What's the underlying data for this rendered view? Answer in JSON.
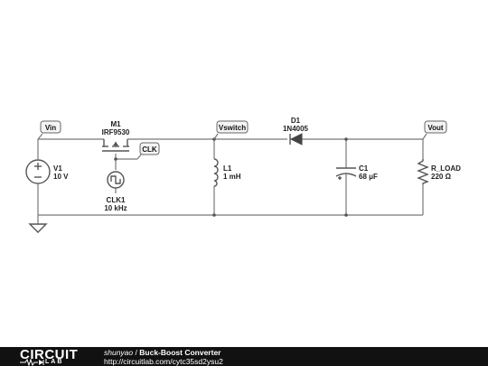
{
  "components": {
    "source": {
      "name": "V1",
      "value": "10 V"
    },
    "mosfet": {
      "name": "M1",
      "value": "IRF9530"
    },
    "clock": {
      "name": "CLK1",
      "value": "10 kHz"
    },
    "inductor": {
      "name": "L1",
      "value": "1 mH"
    },
    "diode": {
      "name": "D1",
      "value": "1N4005"
    },
    "capacitor": {
      "name": "C1",
      "value": "68 μF"
    },
    "resistor": {
      "name": "R_LOAD",
      "value": "220 Ω"
    }
  },
  "net_labels": {
    "vin": "Vin",
    "clk": "CLK",
    "vswitch": "Vswitch",
    "vout": "Vout"
  },
  "footer": {
    "logo_main": "CIRCUIT",
    "logo_sub": "LAB",
    "author": "shunyao",
    "separator": "/",
    "title": "Buck-Boost Converter",
    "url": "http://circuitlab.com/cytc35sd2ysu2"
  }
}
